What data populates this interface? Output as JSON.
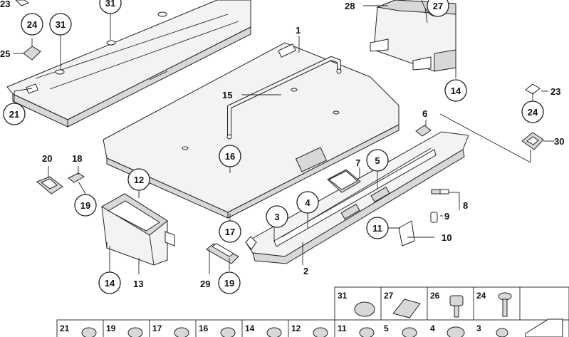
{
  "diagram": {
    "circled_labels": [
      "31",
      "24",
      "21",
      "24",
      "14",
      "16",
      "17",
      "12",
      "19",
      "14",
      "19",
      "3",
      "4",
      "5",
      "11"
    ],
    "plain_labels": [
      "23",
      "25",
      "1",
      "15",
      "28",
      "27",
      "23",
      "30",
      "6",
      "20",
      "18",
      "13",
      "29",
      "7",
      "8",
      "9",
      "10",
      "2"
    ],
    "parts_table_top": [
      {
        "num": "31",
        "icon": "round-clip-icon"
      },
      {
        "num": "27",
        "icon": "spring-clip-icon"
      },
      {
        "num": "26",
        "icon": "knob-screw-icon"
      },
      {
        "num": "24",
        "icon": "screw-icon"
      }
    ],
    "parts_table_bottom": [
      {
        "num": "21",
        "icon": "expanding-rivet-icon"
      },
      {
        "num": "19",
        "icon": "push-pin-icon"
      },
      {
        "num": "17",
        "icon": "wing-nut-icon"
      },
      {
        "num": "16",
        "icon": "grommet-icon"
      },
      {
        "num": "14",
        "icon": "plug-icon"
      },
      {
        "num": "12",
        "icon": "cap-icon"
      },
      {
        "num": "11",
        "icon": "clip-nut-icon"
      },
      {
        "num": "5",
        "icon": "stud-icon"
      },
      {
        "num": "4",
        "icon": "knob-icon"
      },
      {
        "num": "3",
        "icon": "pin-icon"
      }
    ]
  }
}
